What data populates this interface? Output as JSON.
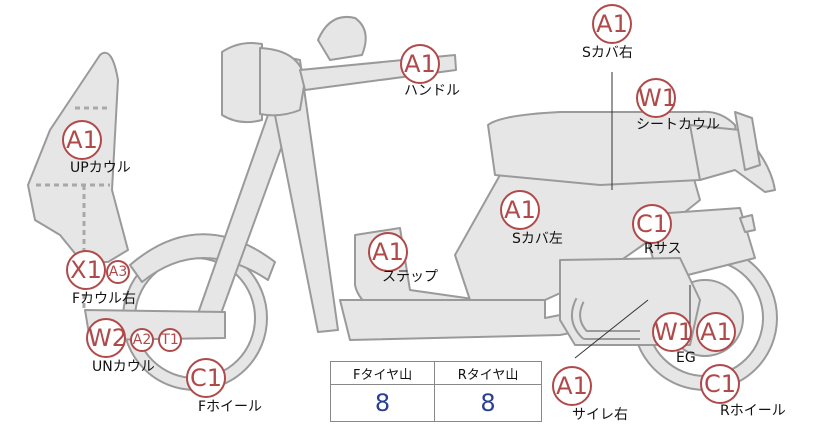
{
  "parts": [
    {
      "key": "s-cover-right",
      "label": "Sカバ右",
      "grades": [
        "A1"
      ]
    },
    {
      "key": "handle",
      "label": "ハンドル",
      "grades": [
        "A1"
      ]
    },
    {
      "key": "seat-cowl",
      "label": "シートカウル",
      "grades": [
        "W1"
      ]
    },
    {
      "key": "up-cowl",
      "label": "UPカウル",
      "grades": [
        "A1"
      ]
    },
    {
      "key": "s-cover-left",
      "label": "Sカバ左",
      "grades": [
        "A1"
      ]
    },
    {
      "key": "r-suspension",
      "label": "Rサス",
      "grades": [
        "C1"
      ]
    },
    {
      "key": "step",
      "label": "ステップ",
      "grades": [
        "A1"
      ]
    },
    {
      "key": "f-cowl-right",
      "label": "Fカウル右",
      "grades": [
        "X1",
        "A3"
      ]
    },
    {
      "key": "un-cowl",
      "label": "UNカウル",
      "grades": [
        "W2",
        "A2",
        "T1"
      ]
    },
    {
      "key": "f-wheel",
      "label": "Fホイール",
      "grades": [
        "C1"
      ]
    },
    {
      "key": "eg",
      "label": "EG",
      "grades": [
        "W1",
        "A1"
      ]
    },
    {
      "key": "silencer-right",
      "label": "サイレ右",
      "grades": [
        "A1"
      ]
    },
    {
      "key": "r-wheel",
      "label": "Rホイール",
      "grades": [
        "C1"
      ]
    }
  ],
  "tires": {
    "front_label": "Fタイヤ山",
    "front_value": "8",
    "rear_label": "Rタイヤ山",
    "rear_value": "8"
  },
  "colors": {
    "grade": "#b04a4a",
    "tire_value": "#2a3f8f",
    "body_fill": "#e6e6e6",
    "body_stroke": "#9a9a9a"
  }
}
